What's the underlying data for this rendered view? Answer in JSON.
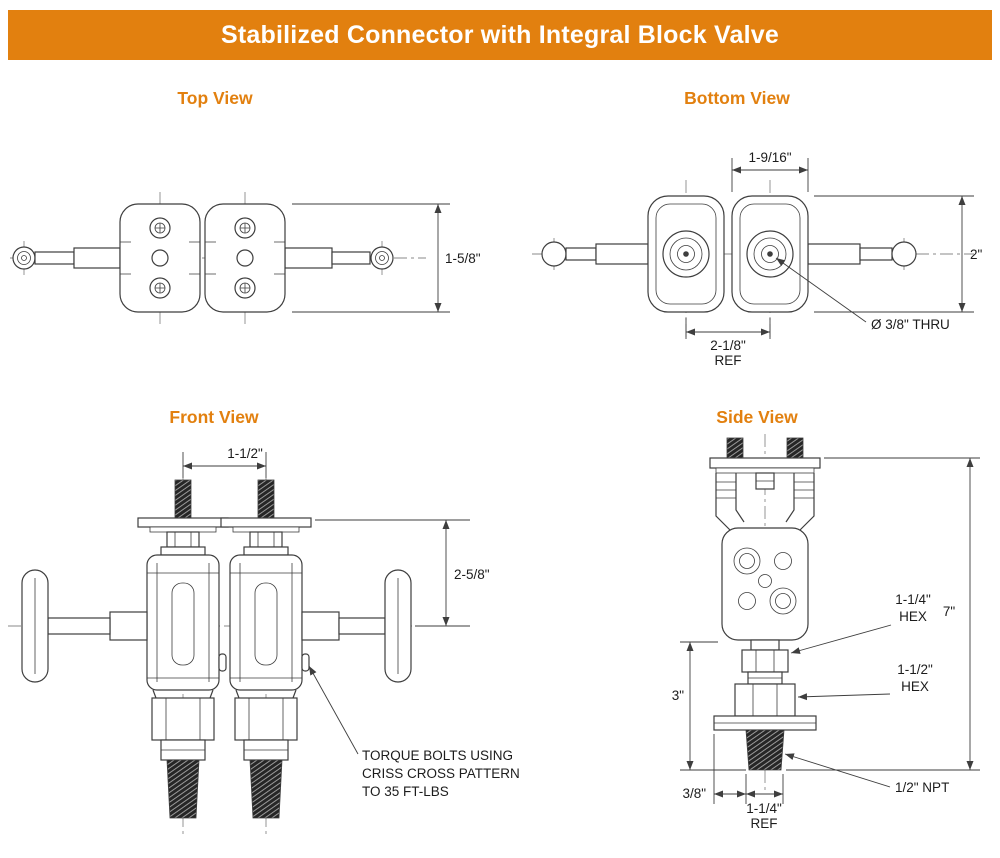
{
  "header": {
    "title": "Stabilized Connector with Integral Block Valve"
  },
  "colors": {
    "accent": "#e2800f",
    "line": "#3e3e3e",
    "dim_text": "#1c1c1c"
  },
  "views": {
    "top": {
      "label": "Top View",
      "dim_height": "1-5/8\""
    },
    "bottom": {
      "label": "Bottom View",
      "dim_spacing": "1-9/16\"",
      "dim_height": "2\"",
      "dim_ref": "2-1/8\"",
      "dim_ref_suffix": "REF",
      "dim_thru": "Ø 3/8\" THRU"
    },
    "front": {
      "label": "Front View",
      "dim_spacing": "1-1/2\"",
      "dim_height": "2-5/8\"",
      "note_lines": [
        "TORQUE BOLTS USING",
        "CRISS CROSS PATTERN",
        "TO 35 FT-LBS"
      ]
    },
    "side": {
      "label": "Side View",
      "dim_hex_small": "1-1/4\"",
      "dim_hex_small_suffix": "HEX",
      "dim_overall_height": "7\"",
      "dim_hex_large": "1-1/2\"",
      "dim_hex_large_suffix": "HEX",
      "dim_lower_height": "3\"",
      "dim_offset": "3/8\"",
      "dim_ref": "1-1/4\"",
      "dim_ref_suffix": "REF",
      "dim_npt": "1/2\" NPT"
    }
  }
}
